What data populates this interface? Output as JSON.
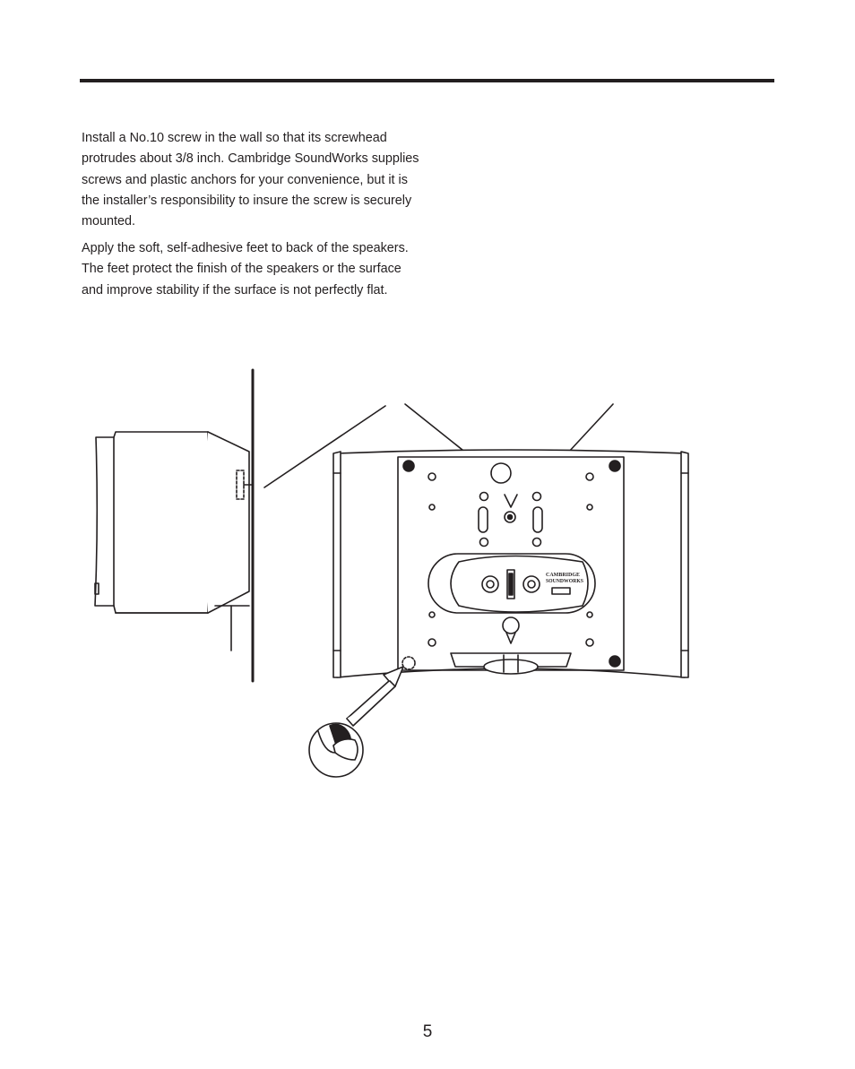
{
  "paragraphs": [
    "Install a No.10 screw in the wall so that its screwhead protrudes about 3/8 inch. Cambridge SoundWorks supplies screws and plastic anchors for your convenience, but it is the installer’s responsibility to insure the screw is securely mounted.",
    "Apply the soft, self-adhesive feet to back of the speakers. The feet protect the finish of the speakers or the surface and improve stability if the surface is not perfectly flat."
  ],
  "figure": {
    "logo_line1": "CAMBRIDGE",
    "logo_line2": "SOUNDWORKS"
  },
  "page_number": "5",
  "colors": {
    "ink": "#231f20",
    "paper": "#ffffff"
  }
}
